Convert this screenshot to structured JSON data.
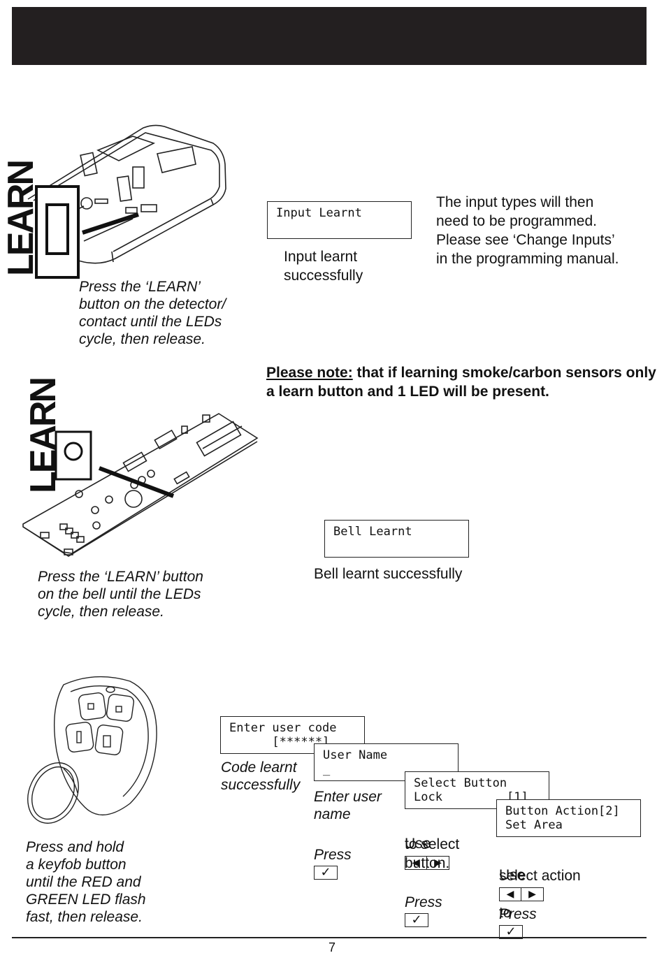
{
  "section1": {
    "learn_label": "LEARN",
    "instruction": "Press the ‘LEARN’\nbutton on the detector/\ncontact until the LEDs\ncycle, then release.",
    "lcd_text": "Input Learnt",
    "lcd_caption": "Input learnt\nsuccessfully",
    "info_text": "The input types will then\nneed to be programmed.\nPlease see ‘Change Inputs’\nin the programming manual."
  },
  "note": {
    "label": "Please note:",
    "text": " that if learning smoke/carbon sensors only a learn button and 1 LED will be present."
  },
  "section2": {
    "learn_label": "LEARN",
    "instruction": "Press the ‘LEARN’ button\non the bell until the LEDs\ncycle, then release.",
    "lcd_text": "Bell Learnt",
    "lcd_caption": "Bell learnt successfully"
  },
  "section3": {
    "instruction": "Press and hold\na keyfob button\nuntil the RED and\nGREEN LED flash\nfast, then release.",
    "lcd1_text": "Enter user code\n      [******]",
    "lcd1_caption": "Code learnt\nsuccessfully",
    "lcd2_text": "User Name\n_",
    "lcd2_caption": "Enter user\nname",
    "lcd2_press": "Press",
    "lcd3_text": "Select Button\nLock         [1]",
    "lcd3_use": "Use",
    "lcd3_caption": "to select\nbutton.",
    "lcd3_press": "Press",
    "lcd4_text": "Button Action[2]\nSet Area",
    "lcd4_use": "Use",
    "lcd4_to": "to",
    "lcd4_caption": "select action",
    "lcd4_press": "Press",
    "tick_symbol": "✓",
    "arrow_left": "◀",
    "arrow_right": "▶"
  },
  "footer": {
    "page_number": "7"
  },
  "icons": [
    "detector-illustration",
    "bell-board-illustration",
    "keyfob-illustration"
  ]
}
